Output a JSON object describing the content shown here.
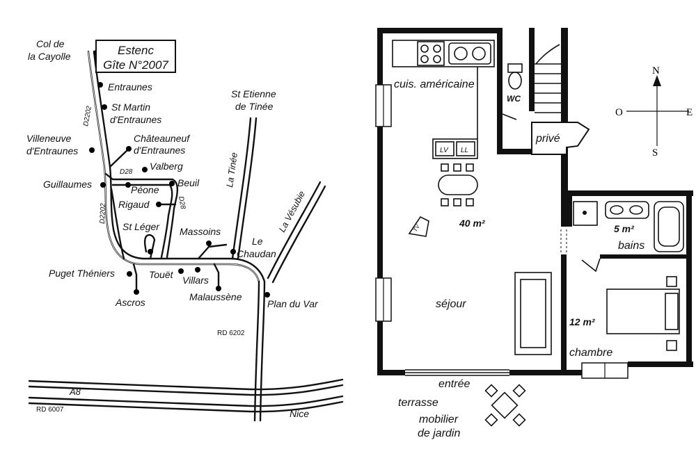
{
  "map": {
    "title_line1": "Estenc",
    "title_line2": "Gîte N°2007",
    "places": {
      "col_line1": "Col de",
      "col_line2": "la Cayolle",
      "entraunes": "Entraunes",
      "st_martin_line1": "St Martin",
      "st_martin_line2": "d'Entraunes",
      "villeneuve_line1": "Villeneuve",
      "villeneuve_line2": "d'Entraunes",
      "chateauneuf_line1": "Châteauneuf",
      "chateauneuf_line2": "d'Entraunes",
      "valberg": "Valberg",
      "guillaumes": "Guillaumes",
      "peone": "Péone",
      "beuil": "Beuil",
      "rigaud": "Rigaud",
      "st_leger": "St Léger",
      "massoins": "Massoins",
      "le_chaudan_line1": "Le",
      "le_chaudan_line2": "Chaudan",
      "puget": "Puget Théniers",
      "touet": "Touët",
      "villars": "Villars",
      "ascros": "Ascros",
      "malaussene": "Malaussène",
      "plan_du_var": "Plan du Var",
      "st_etienne_line1": "St Etienne",
      "st_etienne_line2": "de Tinée",
      "nice": "Nice"
    },
    "roads": {
      "d2202_top": "D2202",
      "d2202_mid": "D2202",
      "d28_top": "D28",
      "d28_side": "D28",
      "la_tinee": "La Tinée",
      "la_vesubie": "La Vésubie",
      "rd6202": "RD 6202",
      "a8": "A8",
      "rd6007": "RD 6007"
    }
  },
  "plan": {
    "rooms": {
      "kitchen": "cuis. américaine",
      "wc": "WC",
      "prive": "privé",
      "sejour_area": "40 m²",
      "bath_area": "5 m²",
      "bains": "bains",
      "sejour": "séjour",
      "chambre_area": "12 m²",
      "chambre": "chambre",
      "entree": "entrée",
      "terrasse": "terrasse",
      "mobilier_line1": "mobilier",
      "mobilier_line2": "de jardin"
    },
    "appliances": {
      "lv": "LV",
      "ll": "LL",
      "tv": "TV"
    },
    "compass": {
      "north": "N",
      "south": "S",
      "west": "O",
      "east": "E"
    }
  }
}
